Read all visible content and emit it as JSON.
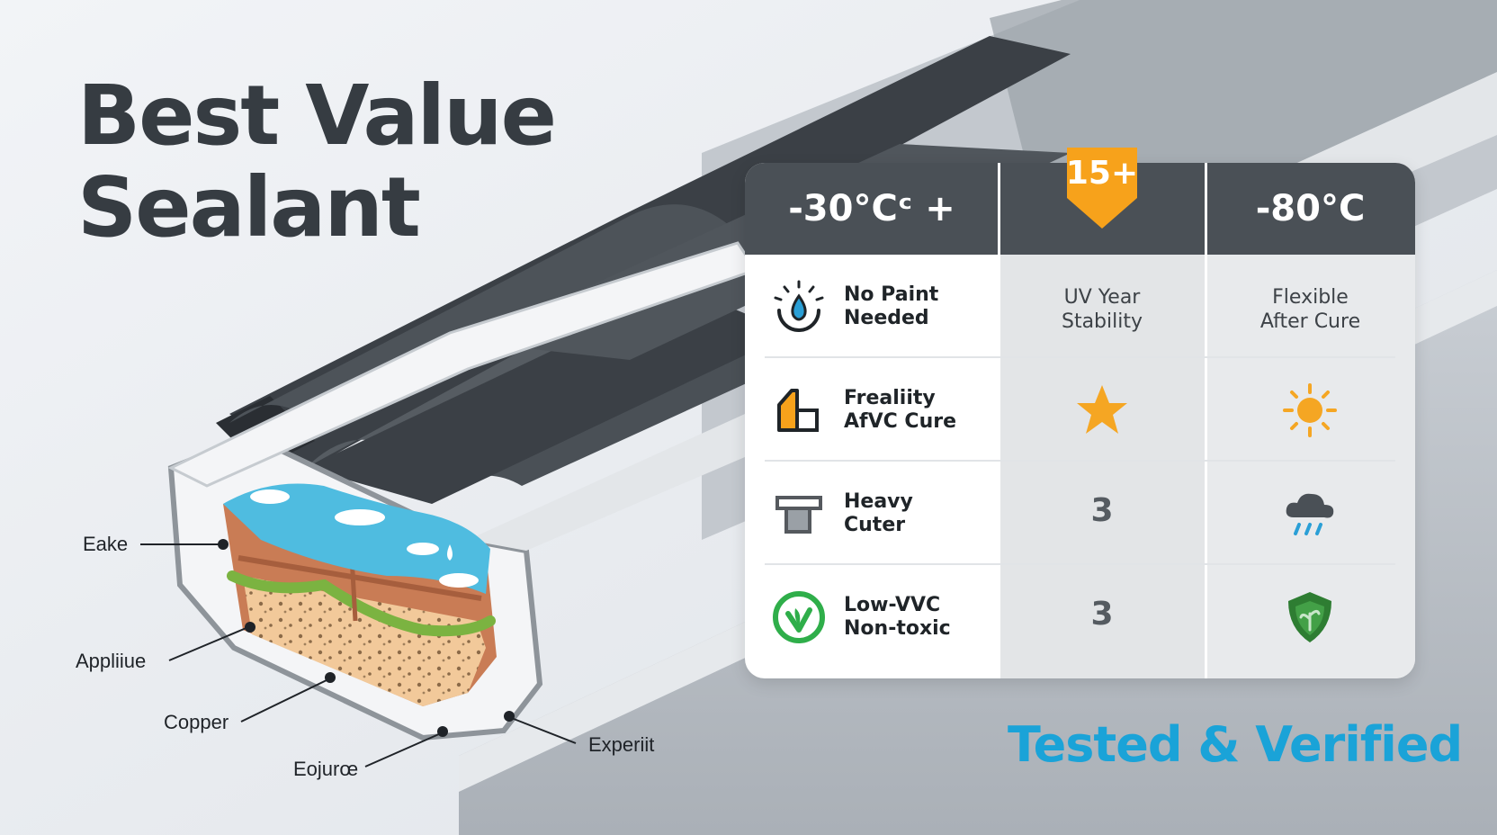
{
  "headline": {
    "line1": "Best Value",
    "line2": "Sealant"
  },
  "callouts": [
    {
      "id": "eake",
      "label": "Eake"
    },
    {
      "id": "appliiue",
      "label": "Appliiue"
    },
    {
      "id": "copper",
      "label": "Copper"
    },
    {
      "id": "eojura",
      "label": "Eojurœ"
    },
    {
      "id": "experiit",
      "label": "Experiit"
    }
  ],
  "table": {
    "headers": [
      "-30°Cᶜ +",
      "15+",
      "-80°C"
    ],
    "rows": [
      {
        "icon": "water-drop-sun-icon",
        "feature": [
          "No Paint",
          "Needed"
        ],
        "col2_text": [
          "UV Year",
          "Stability"
        ],
        "col3_text": [
          "Flexible",
          "After Cure"
        ]
      },
      {
        "icon": "bracket-icon",
        "feature": [
          "Frealiity",
          "AfVC Cure"
        ],
        "col2_icon": "star-icon",
        "col3_icon": "sun-icon"
      },
      {
        "icon": "clamp-icon",
        "feature": [
          "Heavy",
          "Cuter"
        ],
        "col2_value": "3",
        "col3_icon": "rain-cloud-icon"
      },
      {
        "icon": "leaf-check-icon",
        "feature": [
          "Low-VVC",
          "Non-toxic"
        ],
        "col2_value": "3",
        "col3_icon": "shield-leaf-icon"
      }
    ]
  },
  "footer": {
    "tagline": "Tested & Verified"
  },
  "colors": {
    "header": "#4a5056",
    "badge": "#f7a21b",
    "accent": "#1aa3d8",
    "water": "#4fbce0",
    "star": "#f5a623"
  }
}
